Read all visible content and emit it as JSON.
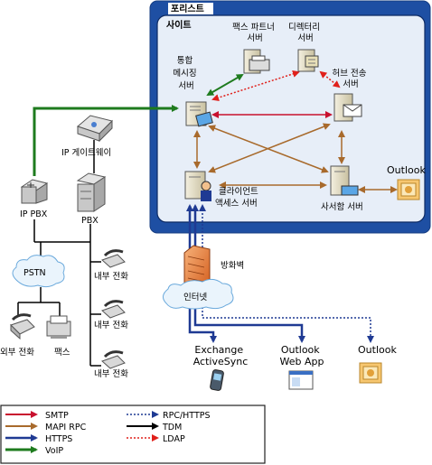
{
  "forest": {
    "title": "포리스트"
  },
  "site": {
    "title": "사이트"
  },
  "servers": {
    "unified_messaging": [
      "통합",
      "메시징",
      "서버"
    ],
    "fax_partner": [
      "팩스 파트너",
      "서버"
    ],
    "directory": [
      "디렉터리",
      "서버"
    ],
    "hub_transport": [
      "허브 전송",
      "서버"
    ],
    "client_access": [
      "클라이언트",
      "액세스 서버"
    ],
    "mailbox": "사서함 서버"
  },
  "nodes": {
    "ip_gateway": "IP 게이트웨이",
    "ip_pbx": "IP PBX",
    "pbx": "PBX",
    "pstn": "PSTN",
    "external_phone": "외부 전화",
    "fax": "팩스",
    "internal_phone_1": "내부 전화",
    "internal_phone_2": "내부 전화",
    "internal_phone_3": "내부 전화",
    "firewall": "방화벽",
    "internet": "인터넷",
    "outlook_right": "Outlook",
    "exchange_activesync": [
      "Exchange",
      "ActiveSync"
    ],
    "outlook_web_app": [
      "Outlook",
      "Web App"
    ],
    "outlook_bottom": "Outlook"
  },
  "legend": {
    "items": [
      {
        "label": "SMTP",
        "color": "#c8102e",
        "style": "solid"
      },
      {
        "label": "MAPI RPC",
        "color": "#a86a2c",
        "style": "solid"
      },
      {
        "label": "HTTPS",
        "color": "#1f3a93",
        "style": "solid"
      },
      {
        "label": "VoIP",
        "color": "#1e7b1e",
        "style": "solid"
      },
      {
        "label": "RPC/HTTPS",
        "color": "#1f3a93",
        "style": "dotted"
      },
      {
        "label": "TDM",
        "color": "#000000",
        "style": "solid"
      },
      {
        "label": "LDAP",
        "color": "#e0201b",
        "style": "dotted"
      }
    ]
  },
  "colors": {
    "forest_fill": "#1e4fa3",
    "site_fill": "#e7eef8",
    "smtp": "#c8102e",
    "mapi": "#a86a2c",
    "https": "#1f3a93",
    "voip": "#1e7b1e",
    "tdm": "#000000",
    "ldap": "#e0201b"
  }
}
